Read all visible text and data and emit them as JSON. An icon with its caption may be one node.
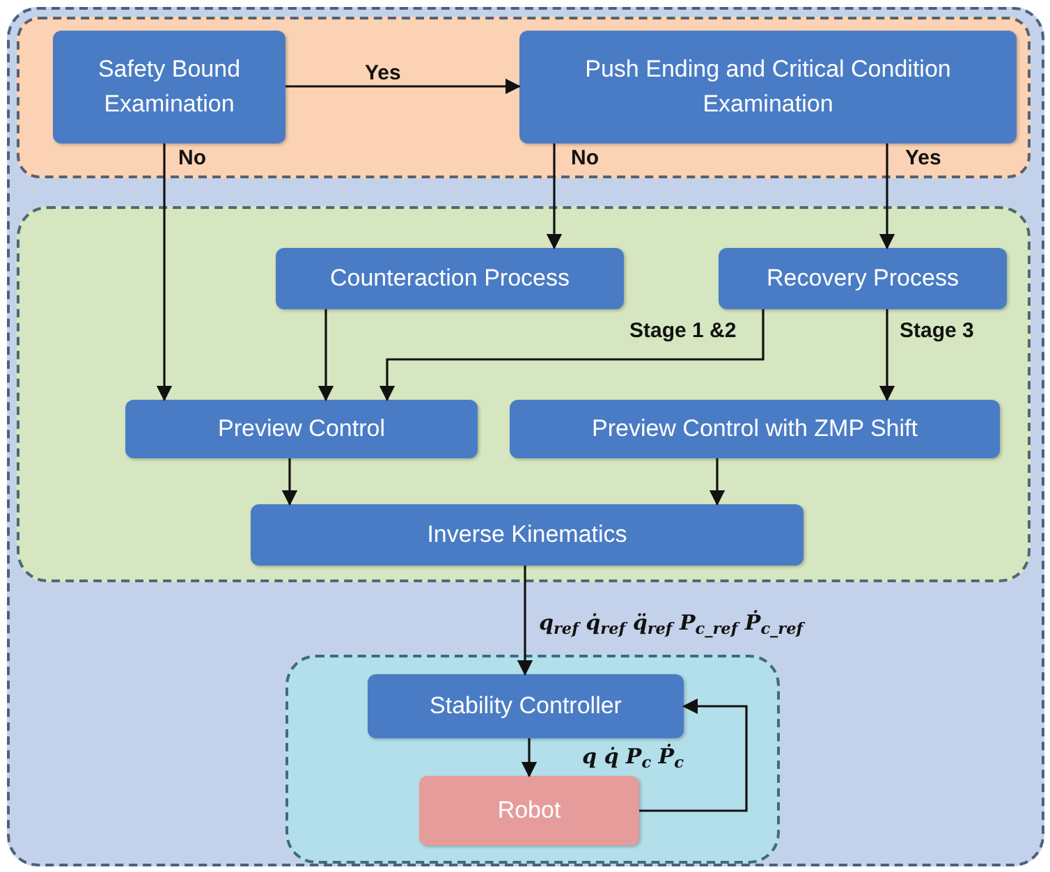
{
  "diagram": {
    "nodes": [
      {
        "text": [],
        "shape": "box"
      },
      {
        "text": [],
        "shape": "box",
        "in": 0
      },
      {
        "text": [
          "Safety Bound Examination"
        ],
        "in": 1
      },
      {
        "text": [
          "Push Ending and Critical Condition Examination"
        ],
        "in": 1
      },
      {
        "text": [],
        "shape": "box",
        "in": 0
      },
      {
        "text": [
          "Counteraction Process"
        ],
        "in": 4
      },
      {
        "text": [
          "Recovery Process"
        ],
        "in": 4
      },
      {
        "text": [
          "Preview Control"
        ],
        "in": 4
      },
      {
        "text": [
          "Preview Control with ZMP Shift"
        ],
        "in": 4
      },
      {
        "text": [
          "Inverse Kinematics"
        ],
        "in": 4
      },
      {
        "text": [],
        "shape": "box",
        "in": 0
      },
      {
        "text": [
          "Stability Controller"
        ],
        "in": 10
      },
      {
        "text": [
          "Robot"
        ],
        "in": 10
      }
    ],
    "edges": [
      {
        "from": 2,
        "to": 3,
        "arrow": "to",
        "label": "Yes"
      },
      {
        "from": 2,
        "to": 7,
        "arrow": "to",
        "label": "No"
      },
      {
        "from": 3,
        "to": 5,
        "arrow": "to",
        "label": "No"
      },
      {
        "from": 3,
        "to": 6,
        "arrow": "to",
        "label": "Yes"
      },
      {
        "from": 5,
        "to": 7,
        "arrow": "to"
      },
      {
        "from": 6,
        "to": 7,
        "arrow": "to",
        "label": "Stage 1 &2"
      },
      {
        "from": 6,
        "to": 8,
        "arrow": "to",
        "label": "Stage 3"
      },
      {
        "from": 7,
        "to": 9,
        "arrow": "to"
      },
      {
        "from": 8,
        "to": 9,
        "arrow": "to"
      },
      {
        "from": 9,
        "to": 11,
        "arrow": "to",
        "label": "q$_{ref}$ q̇$_{ref}$ q̈$_{ref}$ P$_{c_ref}$ Ṗ$_{c_ref}$"
      },
      {
        "from": 11,
        "to": 12,
        "arrow": "to"
      },
      {
        "from": 12,
        "to": 11,
        "arrow": "to",
        "label": "q q̇ P$_{c}$ Ṗ$_{c}$"
      }
    ]
  }
}
